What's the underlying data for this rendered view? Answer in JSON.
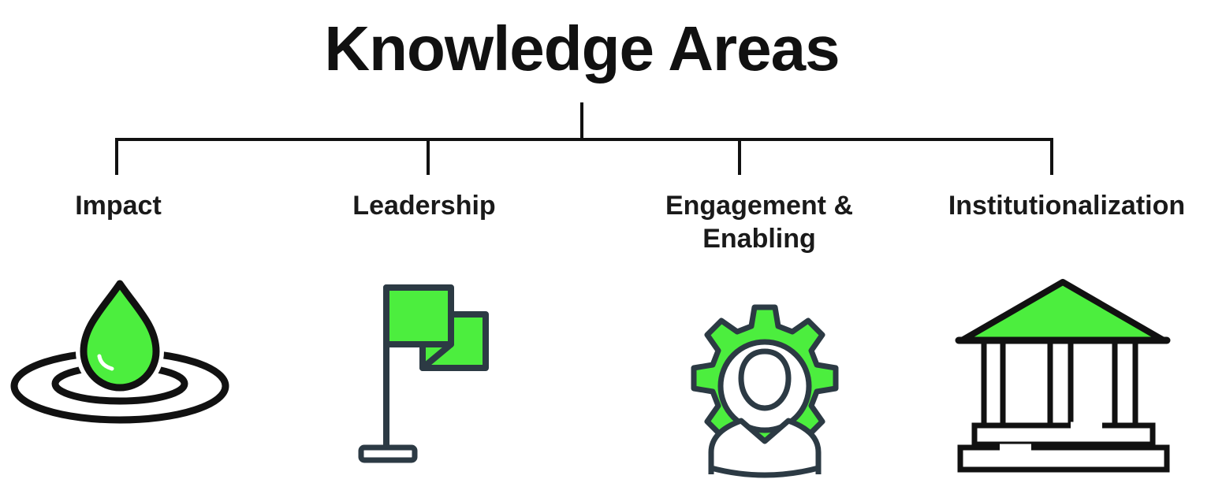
{
  "title": "Knowledge Areas",
  "areas": [
    {
      "label_lines": [
        "Impact"
      ],
      "icon": "water-drop-ripple-icon"
    },
    {
      "label_lines": [
        "Leadership"
      ],
      "icon": "flag-icon"
    },
    {
      "label_lines": [
        "Engagement &",
        "Enabling"
      ],
      "icon": "gear-person-icon"
    },
    {
      "label_lines": [
        "Institutionalization"
      ],
      "icon": "institution-building-icon"
    }
  ],
  "colors": {
    "accent": "#4cee3e",
    "outline": "#2c3a44",
    "text": "#111111"
  }
}
